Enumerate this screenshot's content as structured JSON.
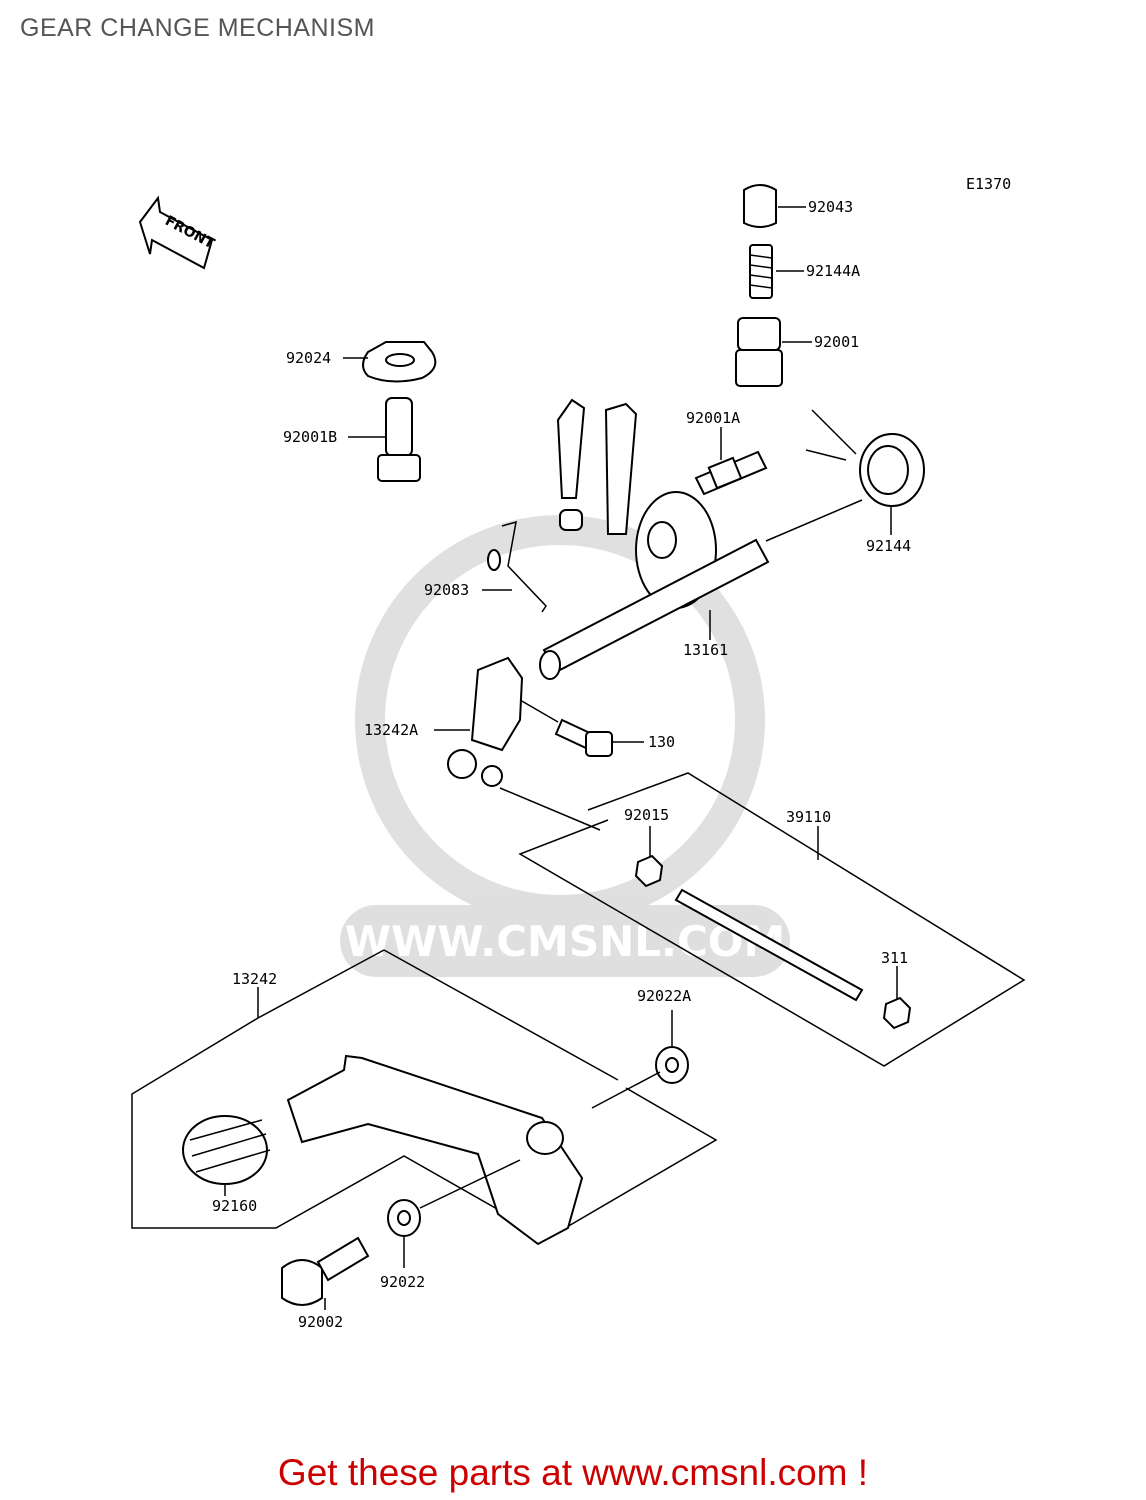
{
  "title": "GEAR CHANGE MECHANISM",
  "figure_code": "E1370",
  "front_label": "FRONT",
  "watermark": "WWW.CMSNL.COM",
  "footer": "Get these parts at www.cmsnl.com !",
  "footer_color": "#cc0000",
  "parts": [
    {
      "id": "p92043",
      "number": "92043"
    },
    {
      "id": "p92144A",
      "number": "92144A"
    },
    {
      "id": "p92001",
      "number": "92001"
    },
    {
      "id": "p92024",
      "number": "92024"
    },
    {
      "id": "p92001B",
      "number": "92001B"
    },
    {
      "id": "p92001A",
      "number": "92001A"
    },
    {
      "id": "p92144",
      "number": "92144"
    },
    {
      "id": "p92083",
      "number": "92083"
    },
    {
      "id": "p13161",
      "number": "13161"
    },
    {
      "id": "p13242A",
      "number": "13242A"
    },
    {
      "id": "p130",
      "number": "130"
    },
    {
      "id": "p92015",
      "number": "92015"
    },
    {
      "id": "p39110",
      "number": "39110"
    },
    {
      "id": "p311",
      "number": "311"
    },
    {
      "id": "p13242",
      "number": "13242"
    },
    {
      "id": "p92022A",
      "number": "92022A"
    },
    {
      "id": "p92160",
      "number": "92160"
    },
    {
      "id": "p92022",
      "number": "92022"
    },
    {
      "id": "p92002",
      "number": "92002"
    }
  ]
}
